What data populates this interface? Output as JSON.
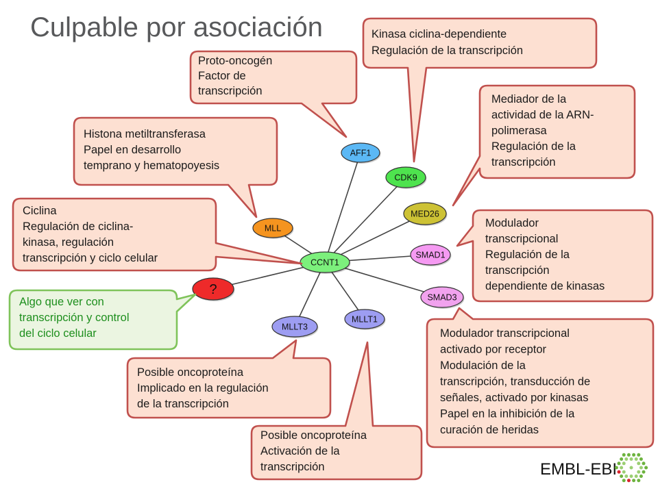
{
  "title": "Culpable por asociación",
  "colors": {
    "callout_fill": "#fde0d2",
    "callout_stroke": "#c0504d",
    "green_fill": "#ebf5e1",
    "green_stroke": "#7fc35a",
    "green_text": "#1e8f1e",
    "edge": "#444444",
    "logo_green": "#6db33f"
  },
  "nodes": [
    {
      "id": "ccnt1",
      "label": "CCNT1",
      "color": "#7cf07c"
    },
    {
      "id": "aff1",
      "label": "AFF1",
      "color": "#5bb8f5"
    },
    {
      "id": "cdk9",
      "label": "CDK9",
      "color": "#4ee34e"
    },
    {
      "id": "med26",
      "label": "MED26",
      "color": "#cdc235"
    },
    {
      "id": "smad1",
      "label": "SMAD1",
      "color": "#f59af2"
    },
    {
      "id": "smad3",
      "label": "SMAD3",
      "color": "#f1a2ee"
    },
    {
      "id": "mllt1",
      "label": "MLLT1",
      "color": "#9d9df2"
    },
    {
      "id": "mllt3",
      "label": "MLLT3",
      "color": "#9d9df2"
    },
    {
      "id": "mll",
      "label": "MLL",
      "color": "#f5941f"
    },
    {
      "id": "unknown",
      "label": "?",
      "color": "#ee2a2a"
    }
  ],
  "callouts": [
    {
      "id": "aff1",
      "lines": [
        "Proto-oncogén",
        "Factor de",
        "transcripción"
      ]
    },
    {
      "id": "cdk9",
      "lines": [
        "Kinasa ciclina-dependiente",
        "Regulación de la transcripción"
      ]
    },
    {
      "id": "mll",
      "lines": [
        "Histona metiltransferasa",
        "Papel en desarrollo",
        "temprano y hematopoyesis"
      ]
    },
    {
      "id": "med26",
      "lines": [
        "Mediador de la",
        "actividad de la ARN-",
        "polimerasa",
        "Regulación de la",
        "transcripción"
      ]
    },
    {
      "id": "ccnt1",
      "lines": [
        "Ciclina",
        "Regulación de ciclina-",
        "kinasa, regulación",
        "transcripción y ciclo celular"
      ]
    },
    {
      "id": "smad1",
      "lines": [
        "Modulador",
        "transcripcional",
        "Regulación de la",
        "transcripción",
        "dependiente de kinasas"
      ]
    },
    {
      "id": "unknown",
      "lines": [
        "Algo que ver con",
        "transcripción y control",
        "del ciclo celular"
      ]
    },
    {
      "id": "smad3",
      "lines": [
        "Modulador transcripcional",
        "activado por receptor",
        "Modulación de la",
        "transcripción, transducción de",
        "señales, activado por kinasas",
        "Papel en la inhibición de la",
        "curación de heridas"
      ]
    },
    {
      "id": "mllt3",
      "lines": [
        "Posible oncoproteína",
        "Implicado en la regulación",
        "de la transcripción"
      ]
    },
    {
      "id": "mllt1",
      "lines": [
        "Posible oncoproteína",
        "Activación de la",
        "transcripción"
      ]
    }
  ],
  "logo": {
    "text": "EMBL-EBI",
    "icon": "embl-ebi-hexagon-logo-icon"
  }
}
